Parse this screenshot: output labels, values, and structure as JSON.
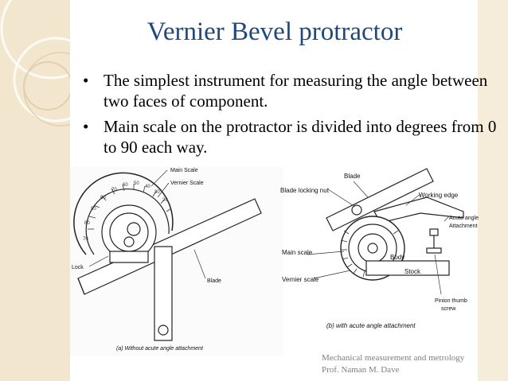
{
  "slide": {
    "title": "Vernier Bevel protractor",
    "bullets": [
      "The simplest instrument for measuring the angle between two faces of component.",
      "Main scale on the protractor is divided into degrees from 0 to 90 each way."
    ],
    "bullet_symbol": "•",
    "footer_line1": "Mechanical measurement  and metrology",
    "footer_line2": "Prof. Naman M. Dave",
    "accent_color": "#1f497d"
  },
  "figure_a": {
    "caption": "(a) Without acute angle attachment",
    "labels": {
      "main_scale": "Main Scale",
      "vernier_scale": "Vernier Scale",
      "lock": "Lock",
      "blade": "Blade"
    }
  },
  "figure_b": {
    "caption": "(b) with acute angle attachment",
    "labels": {
      "blade": "Blade",
      "blade_locking_nut": "Blade locking nut",
      "working_edge": "Working edge",
      "acute_angle_attachment_1": "Acute angle",
      "acute_angle_attachment_2": "Attachment",
      "main_scale": "Main scale",
      "body": "Body",
      "stock": "Stock",
      "vernier_scale": "Vernier scale",
      "pinion_thumb_screw_1": "Pinion thumb",
      "pinion_thumb_screw_2": "screw"
    }
  }
}
